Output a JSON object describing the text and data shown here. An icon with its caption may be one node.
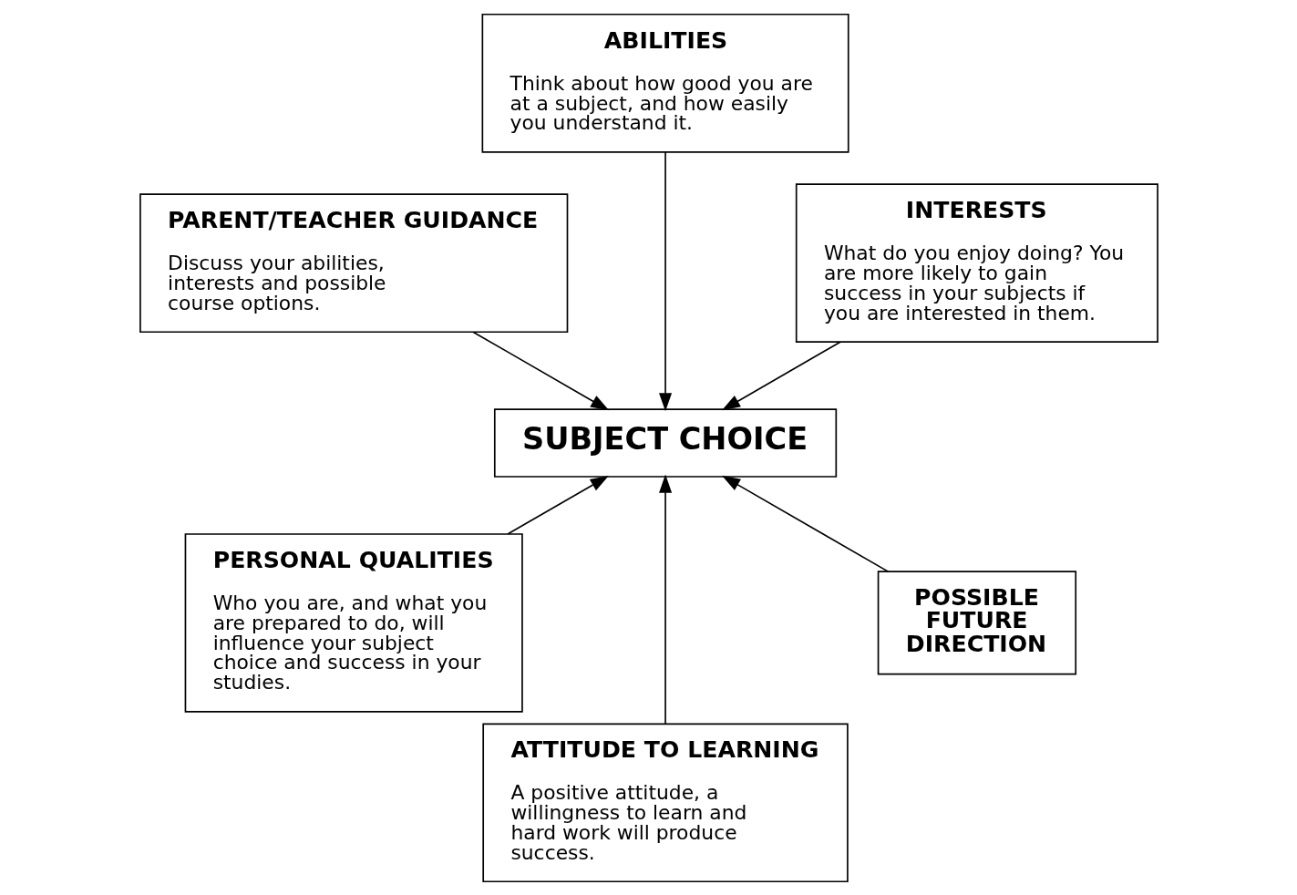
{
  "diagram": {
    "nodes": [
      {
        "text": [
          "INTERESTS",
          "What do you enjoy doing? You are more likely to gain success in your subjects if you are interested in them."
        ]
      },
      {
        "text": [
          "ABILITIES",
          "Think about how good you are at a subject, and how easily you understand it."
        ]
      },
      {
        "text": [
          "SUBJECT CHOICE"
        ]
      },
      {
        "text": [
          "PARENT/TEACHER GUIDANCE",
          "Discuss your abilities, interests and possible course options."
        ]
      },
      {
        "text": [
          "PERSONAL QUALITIES",
          "Who you are, and what you are prepared to do, will influence your subject choice and success in your studies."
        ]
      },
      {
        "text": [
          "ATTITUDE TO LEARNING",
          "A positive attitude, a willingness to learn and hard work will produce success."
        ]
      },
      {
        "text": [
          "POSSIBLE FUTURE DIRECTION"
        ]
      }
    ],
    "edges": [
      {
        "from": 0,
        "to": 2,
        "arrow": "to"
      },
      {
        "from": 1,
        "to": 2,
        "arrow": "to"
      },
      {
        "from": 3,
        "to": 2,
        "arrow": "to"
      },
      {
        "from": 4,
        "to": 2,
        "arrow": "to"
      },
      {
        "from": 5,
        "to": 2,
        "arrow": "to"
      },
      {
        "from": 6,
        "to": 2,
        "arrow": "to"
      }
    ]
  }
}
